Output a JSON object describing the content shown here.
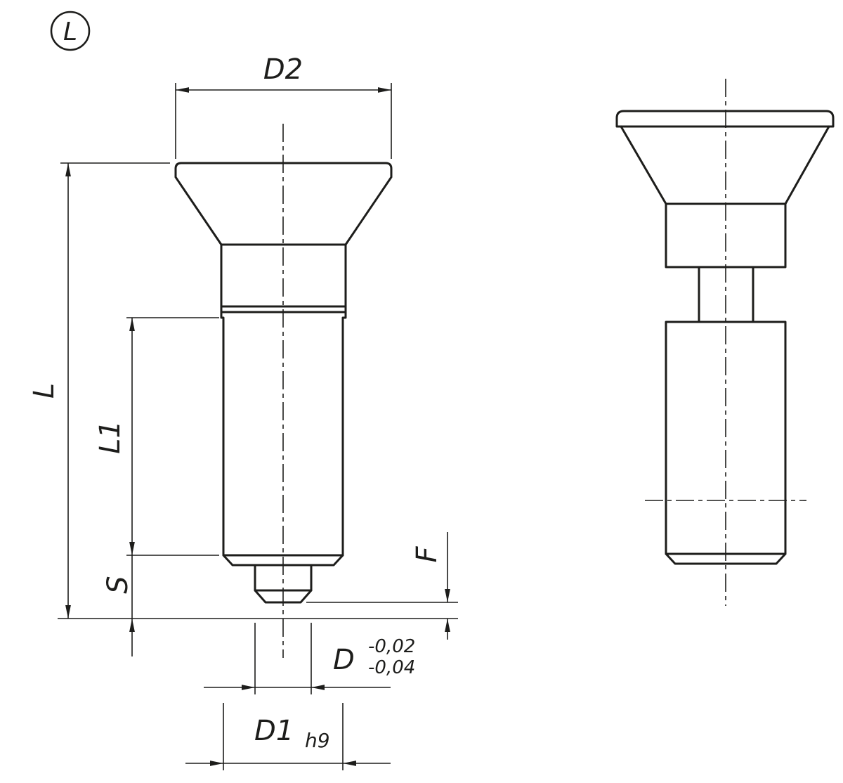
{
  "page": {
    "background": "#ffffff",
    "line_color": "#1d1d1b"
  },
  "badge": {
    "label": "L"
  },
  "dimensions": {
    "d2": "D2",
    "l": "L",
    "l1": "L1",
    "s": "S",
    "f": "F",
    "d": "D",
    "d_tol_upper": "-0,02",
    "d_tol_lower": "-0,04",
    "d1": "D1",
    "d1_fit": "h9"
  }
}
